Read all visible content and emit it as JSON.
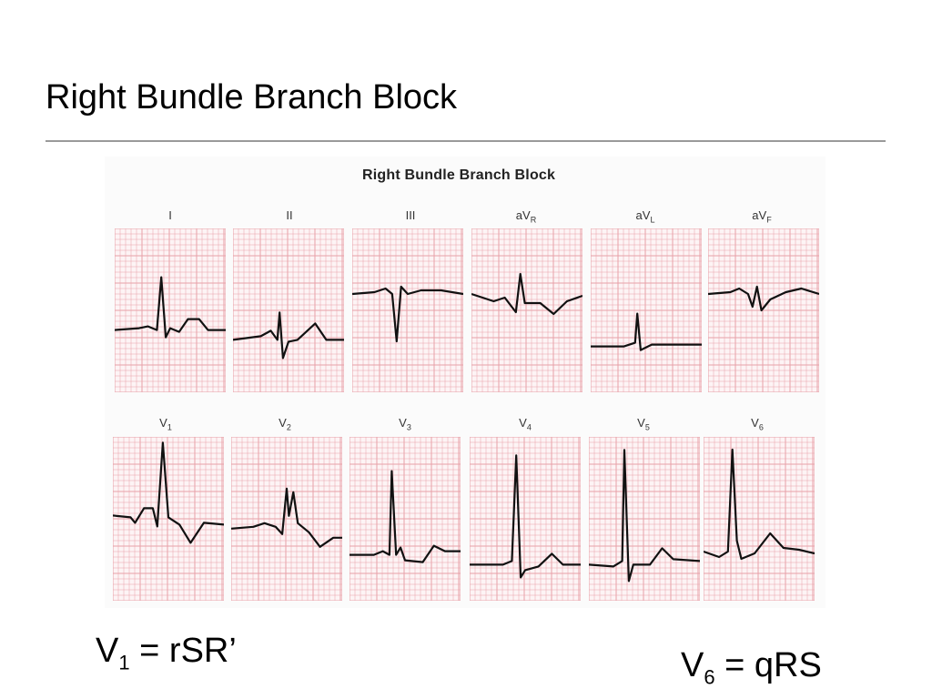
{
  "slide": {
    "title": "Right Bundle Branch Block"
  },
  "figure": {
    "title": "Right Bundle Branch Block",
    "grid_color": "#e8a0a8",
    "trace_color": "#111111",
    "leads": [
      {
        "name": "I",
        "sub": ""
      },
      {
        "name": "II",
        "sub": ""
      },
      {
        "name": "III",
        "sub": ""
      },
      {
        "name": "aV",
        "sub": "R"
      },
      {
        "name": "aV",
        "sub": "L"
      },
      {
        "name": "aV",
        "sub": "F"
      },
      {
        "name": "V",
        "sub": "1"
      },
      {
        "name": "V",
        "sub": "2"
      },
      {
        "name": "V",
        "sub": "3"
      },
      {
        "name": "V",
        "sub": "4"
      },
      {
        "name": "V",
        "sub": "5"
      },
      {
        "name": "V",
        "sub": "6"
      }
    ]
  },
  "captions": {
    "left": {
      "lead": "V",
      "sub": "1",
      "rest": " = rSR’"
    },
    "right": {
      "lead": "V",
      "sub": "6",
      "rest": " = qRS"
    }
  }
}
